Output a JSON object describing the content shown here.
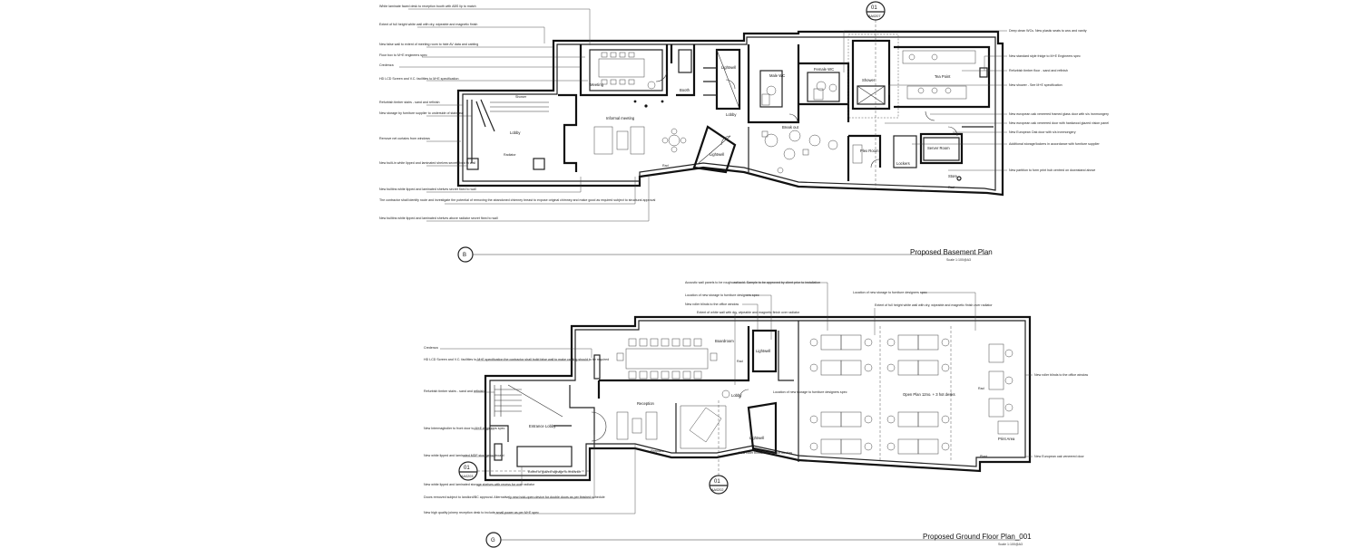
{
  "basement": {
    "title": "Proposed Basement Plan",
    "scale": "Scale 1:100@A3",
    "grid_label": "B",
    "bubble": {
      "number": "01",
      "ref": "AA0207"
    },
    "rooms": [
      {
        "label": "Lobby"
      },
      {
        "label": "Meeting"
      },
      {
        "label": "Informal meeting"
      },
      {
        "label": "Booth"
      },
      {
        "label": "Lightwell"
      },
      {
        "label": "Lightwell"
      },
      {
        "label": "Lobby"
      },
      {
        "label": "Male WC"
      },
      {
        "label": "Female WC"
      },
      {
        "label": "Shower"
      },
      {
        "label": "Tea Point"
      },
      {
        "label": "Break out"
      },
      {
        "label": "Plex Room"
      },
      {
        "label": "Lockers"
      },
      {
        "label": "Server Room"
      },
      {
        "label": "Store"
      }
    ],
    "left_notes": [
      "White laminate faced desk to reception booth with ABS lip to match",
      "Extent of full height white wall with dry, wipeable and magnetic finish",
      "New false wall to extent of meeting room to hide AV data and cabling",
      "Floor box to M+E engineers spec",
      "Credenza",
      "HD LCD Screen and V.C. facilities to M+E specification",
      "Refurbish timber stairs - sand and refinish",
      "New storage by furniture supplier to underside of staircase",
      "Remove net curtains from windows",
      "New built-in white lipped and laminated shelves secret fixed to wall",
      "New builtins white lipped and laminated shelves secret fixed to wall",
      "The contractor shall identify route and investigate the potential of removing the abandoned chimney breast to expose original chimney and make good as required subject to structural approval",
      "New builtins white lipped and laminated shelves above radiator secret fixed to wall"
    ],
    "right_notes": [
      "Deep clean WCs. New plastic seats to wcs and vanity",
      "New standard style fridge to M+E Engineers spec",
      "Refurbish timber floor - sand and refinish",
      "New shower - See M+E specification",
      "New european oak veneered framed glass door with s/s ironmongery",
      "New european oak veneered door with hardwood glazed vision panel",
      "New European Oak door with s/s ironmongery",
      "Additional storage/lockers in accordance with furniture supplier",
      "New partition to form print hub centred on downstand above"
    ],
    "small_labels": [
      "Shower",
      "Radiator",
      "Rad",
      "Rad"
    ]
  },
  "ground": {
    "title": "Proposed Ground Floor Plan_001",
    "scale": "Scale 1:100@A3",
    "grid_label": "G",
    "bubble_left": {
      "number": "01",
      "ref": "AA0203"
    },
    "bubble_mid": {
      "number": "01",
      "ref": "AA0202"
    },
    "rooms": [
      {
        "label": "Entrance Lobby"
      },
      {
        "label": "Reception"
      },
      {
        "label": "Boardroom"
      },
      {
        "label": "Lightwell"
      },
      {
        "label": "Lobby"
      },
      {
        "label": "Lightwell"
      },
      {
        "label": "Open Plan 12no. + 3 hot desks"
      },
      {
        "label": "Print Area"
      }
    ],
    "top_notes": [
      "Acoustic wall panels to be roughcast/acid. Sample to be approved by client prior to installation",
      "Location of new storage to furniture designers spec",
      "New roller blinds to the office window",
      "Extent of white wall with dry, wipeable and magnetic finish over radiator",
      "Location of new storage to furniture designers spec",
      "Extent of full height white wall with dry, wipeable and magnetic finish over radiator"
    ],
    "left_notes": [
      "Credenza",
      "HD LCD Screen and V.C. facilities to M+E specification the contractor shall build false wall to make cabling should to be required",
      "Refurbish timber stairs - sand and refinish",
      "New Intermagbolier to front door to M+E engineers spec",
      "New white lipped and laminated MDF storage cupboard",
      "New white lipped and laminated storage shelves with recess for over radiator",
      "Doors removed subject to landlord/BC approval. Alternatively new hold-open device for double doors as per finished schedule",
      "New high quality joinery reception desk to include small power as per M+E spec"
    ],
    "mid_notes": [
      "Location of new storage to furniture designers spec",
      "New roller blinds to the office window",
      "Extent of glazed signage to entrance"
    ],
    "right_notes": [
      "New roller blinds to the office window",
      "New European oak veneered door"
    ],
    "small_labels": [
      "Fireplace",
      "Rad",
      "Rad",
      "Plant"
    ]
  }
}
